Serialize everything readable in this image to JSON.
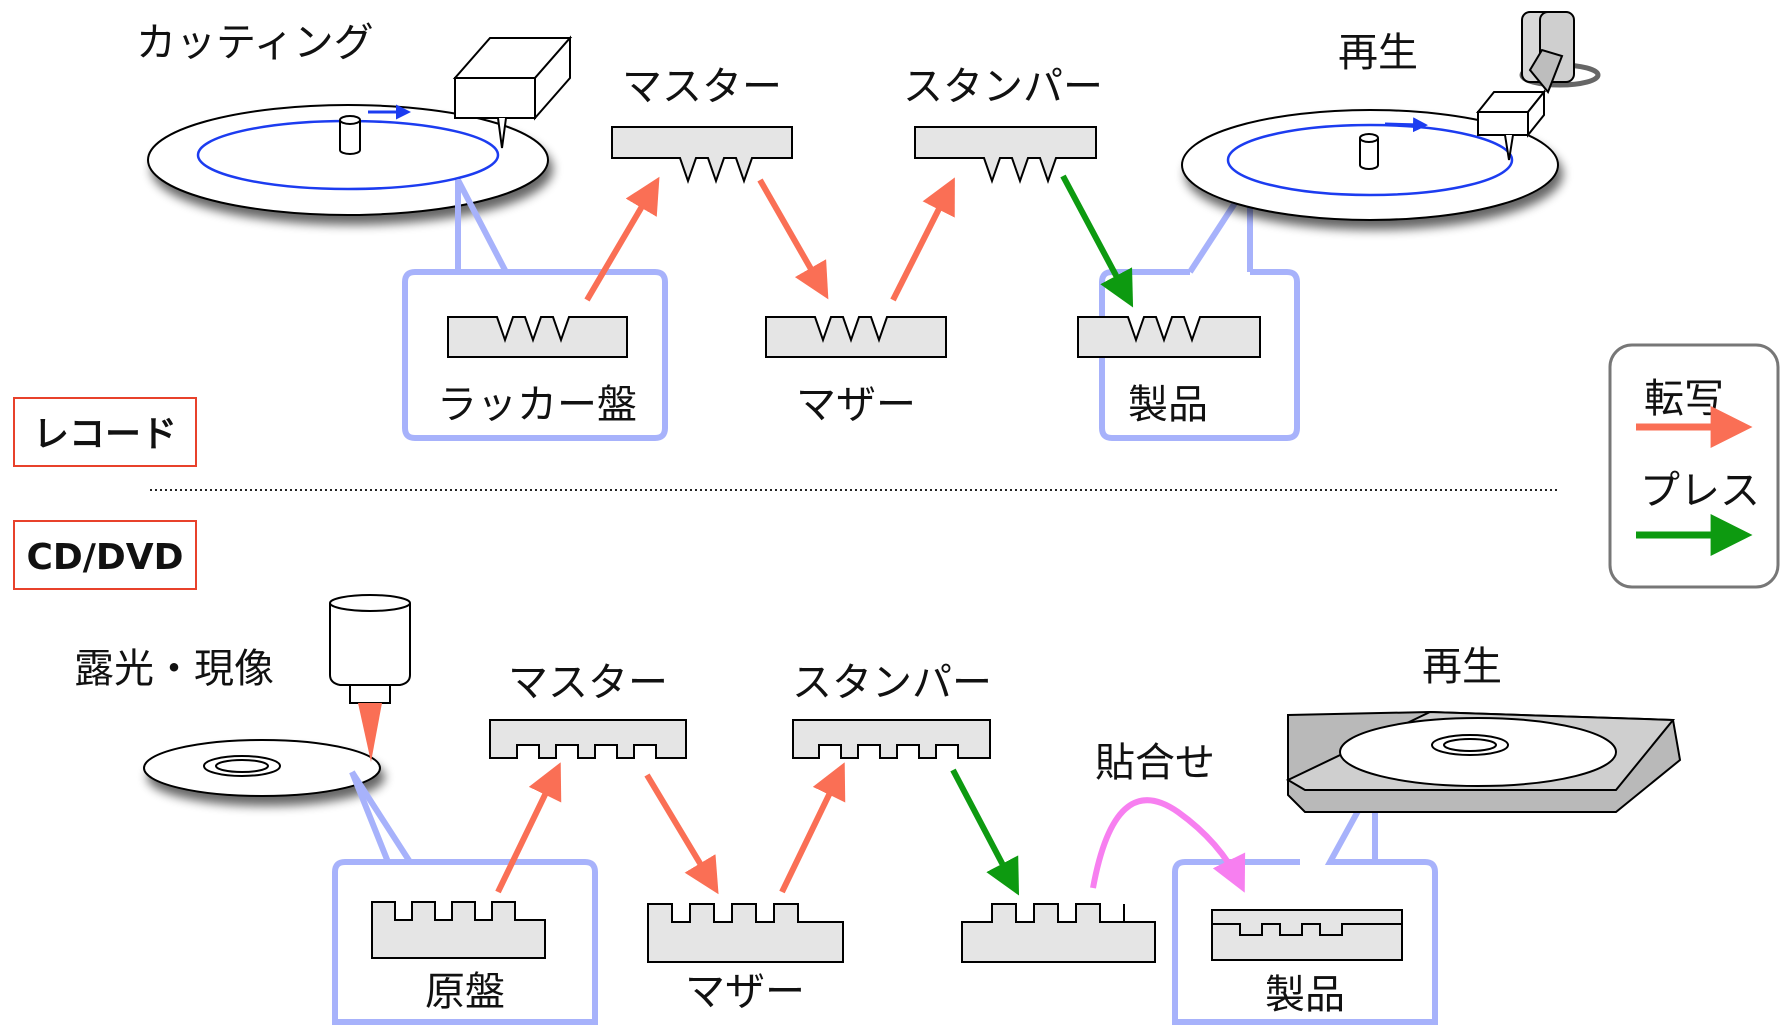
{
  "record": {
    "section_label": "レコード",
    "cutting_label": "カッティング",
    "master_label": "マスター",
    "stamper_label": "スタンパー",
    "playback_label": "再生",
    "lacquer_label": "ラッカー盤",
    "mother_label": "マザー",
    "product_label": "製品"
  },
  "cd": {
    "section_label": "CD/DVD",
    "exposure_label": "露光・現像",
    "master_label": "マスター",
    "stamper_label": "スタンパー",
    "playback_label": "再生",
    "bonding_label": "貼合せ",
    "glass_master_label": "原盤",
    "mother_label": "マザー",
    "product_label": "製品"
  },
  "legend": {
    "transfer_label": "転写",
    "press_label": "プレス"
  },
  "colors": {
    "transfer": "#fa6f55",
    "press": "#0d9a10",
    "bonding": "#f77ff0",
    "callout": "#a7b2fb",
    "groove": "#1c3cf0",
    "label_border": "#e8412b"
  }
}
